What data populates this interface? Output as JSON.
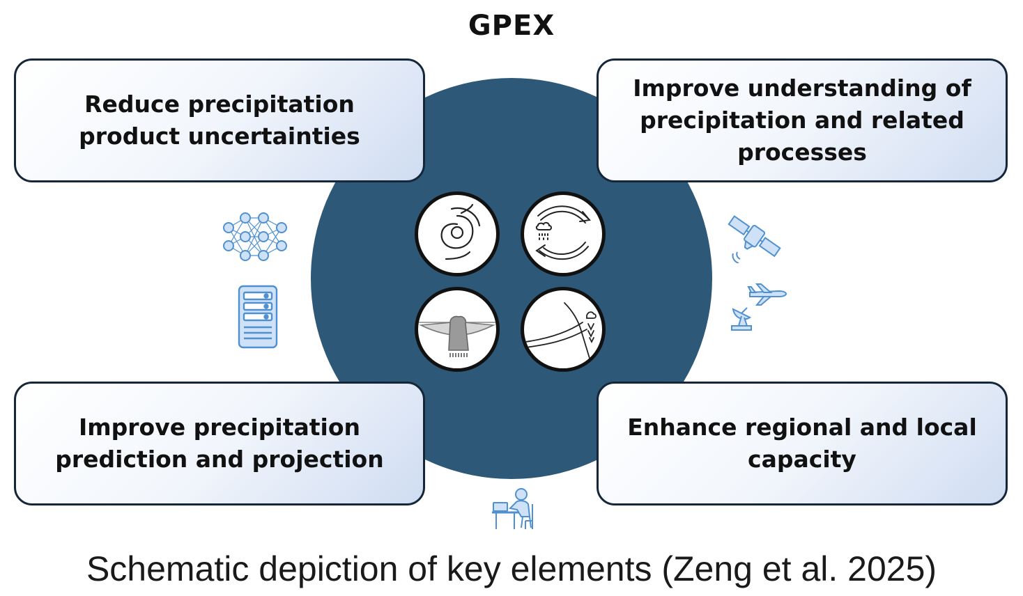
{
  "title": "GPEX",
  "boxes": {
    "top_left": "Reduce precipitation product uncertainties",
    "top_right": "Improve understanding of precipitation and related processes",
    "bottom_left": "Improve precipitation prediction and projection",
    "bottom_right": "Enhance regional and local capacity"
  },
  "center_icons": [
    "cyclone-icon",
    "water-cycle-icon",
    "storm-cloud-icon",
    "landscape-icon"
  ],
  "side_icons": [
    "neural-network-icon",
    "server-icon",
    "satellite-icon",
    "radar-airplane-icon",
    "person-at-computer-icon"
  ],
  "caption": "Schematic depiction of key elements (Zeng et al. 2025)",
  "colors": {
    "hub": "#2d5878",
    "box_border": "#142638",
    "icon_blue": "#5b9bd5"
  }
}
